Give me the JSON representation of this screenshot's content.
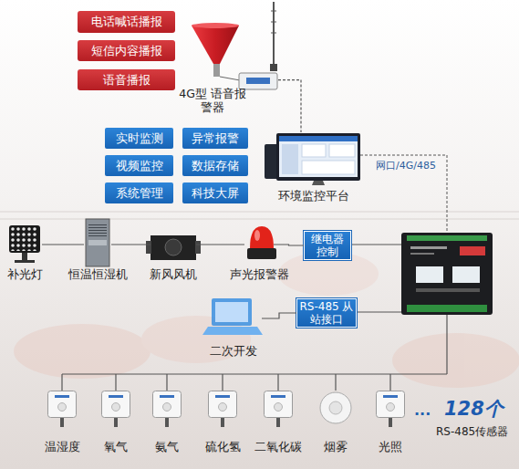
{
  "diagram": {
    "nodes": [
      {
        "text": [
          "电话喊话播报"
        ]
      },
      {
        "text": [
          "短信内容播报"
        ]
      },
      {
        "text": [
          "语音播报"
        ]
      },
      {
        "text": [
          "4G型 语音报警器"
        ]
      },
      {
        "text": [
          "实时监测"
        ]
      },
      {
        "text": [
          "异常报警"
        ]
      },
      {
        "text": [
          "视频监控"
        ]
      },
      {
        "text": [
          "数据存储"
        ]
      },
      {
        "text": [
          "系统管理"
        ]
      },
      {
        "text": [
          "科技大屏"
        ]
      },
      {
        "text": [
          "环境监控平台"
        ]
      },
      {
        "text": [
          "补光灯"
        ]
      },
      {
        "text": [
          "恒温恒湿机"
        ]
      },
      {
        "text": [
          "新风风机"
        ]
      },
      {
        "text": [
          "声光报警器"
        ]
      },
      {
        "text": [
          "继电器 控制"
        ]
      },
      {
        "text": [
          "RS-485 从站接口"
        ]
      },
      {
        "text": [
          "二次开发"
        ]
      },
      {
        "text": [
          "温湿度"
        ]
      },
      {
        "text": [
          "氧气"
        ]
      },
      {
        "text": [
          "氨气"
        ]
      },
      {
        "text": [
          "硫化氢"
        ]
      },
      {
        "text": [
          "二氧化碳"
        ]
      },
      {
        "text": [
          "烟雾"
        ]
      },
      {
        "text": [
          "光照"
        ]
      }
    ],
    "edges": [
      {
        "from": 3,
        "to": 10,
        "arrow": "none"
      },
      {
        "from": 11,
        "to": 12,
        "arrow": "none"
      },
      {
        "from": 12,
        "to": 13,
        "arrow": "none"
      },
      {
        "from": 13,
        "to": 14,
        "arrow": "none"
      },
      {
        "from": 14,
        "to": 15,
        "arrow": "none"
      },
      {
        "from": 17,
        "to": 16,
        "arrow": "none"
      }
    ],
    "labels": [
      "网口/4G/485",
      "...",
      "128个",
      "RS-485传感器"
    ]
  }
}
